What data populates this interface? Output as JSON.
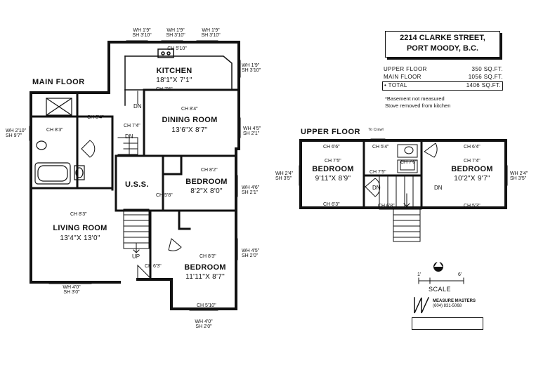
{
  "title": {
    "line1": "2214 CLARKE STREET,",
    "line2": "PORT MOODY, B.C."
  },
  "areas": [
    {
      "name": "UPPER FLOOR",
      "value": "350 SQ.FT."
    },
    {
      "name": "MAIN FLOOR",
      "value": "1056 SQ.FT."
    },
    {
      "name": "• TOTAL",
      "value": "1406 SQ.FT."
    }
  ],
  "notes": {
    "line1": "*Basement not measured",
    "line2": "Stove removed from kitchen"
  },
  "floors": {
    "main": "MAIN FLOOR",
    "upper": "UPPER FLOOR"
  },
  "rooms": {
    "kitchen": {
      "name": "KITCHEN",
      "dims": "18'1\"X 7'1\""
    },
    "dining": {
      "name": "DINING ROOM",
      "dims": "13'6\"X 8'7\""
    },
    "bedroom_mid": {
      "name": "BEDROOM",
      "dims": "8'2\"X 8'0\""
    },
    "living": {
      "name": "LIVING ROOM",
      "dims": "13'4\"X 13'0\""
    },
    "bedroom_low": {
      "name": "BEDROOM",
      "dims": "11'11\"X 8'7\""
    },
    "uss": {
      "name": "U.S.S."
    },
    "up_bed_left": {
      "name": "BEDROOM",
      "dims": "9'11\"X 8'9\""
    },
    "up_bed_right": {
      "name": "BEDROOM",
      "dims": "10'2\"X 9'7\""
    }
  },
  "windows": {
    "k1": {
      "wh": "WH 1'9\"",
      "sh": "SH 3'10\""
    },
    "k2": {
      "wh": "WH 1'9\"",
      "sh": "SH 3'10\""
    },
    "k3": {
      "wh": "WH 1'9\"",
      "sh": "SH 3'10\""
    },
    "k4": {
      "wh": "WH 1'9\"",
      "sh": "SH 3'10\""
    },
    "bath": {
      "wh": "WH 2'10\"",
      "sh": "SH 9'7\""
    },
    "dining": {
      "wh": "WH 4'5\"",
      "sh": "SH 2'1\""
    },
    "bed_mid": {
      "wh": "WH 4'6\"",
      "sh": "SH 2'1\""
    },
    "bed_low": {
      "wh": "WH 4'5\"",
      "sh": "SH 2'0\""
    },
    "living": {
      "wh": "WH 4'0\"",
      "sh": "SH 3'0\""
    },
    "bed_low_bottom": {
      "wh": "WH 4'0\"",
      "sh": "SH 2'0\""
    },
    "up_left": {
      "wh": "WH 2'4\"",
      "sh": "SH 3'5\""
    },
    "up_right": {
      "wh": "WH 2'4\"",
      "sh": "SH 3'5\""
    }
  },
  "ceilings": {
    "kitchen": "CH 5'10\"",
    "kitchen_lower": "CH 7'6\"",
    "bath": "CH 8'3\"",
    "hall": "CH 8'4\"",
    "dining": "CH 8'4\"",
    "stair": "CH 7'4\"",
    "bedroom_mid": "CH 8'2\"",
    "uss": "CH 5'8\"",
    "living": "CH 8'3\"",
    "bedroom_low": "CH 8'3\"",
    "bedroom_low_bottom": "CH 5'10\"",
    "entry": "CH 6'3\"",
    "up_left_top": "CH 6'6\"",
    "up_left_mid": "CH 7'5\"",
    "up_left_bottom": "CH 6'3\"",
    "up_hall_top": "CH 5'4\"",
    "up_bath": "CH 7'6\"",
    "up_hall_side": "CH 7'5\"",
    "up_hall_bottom": "CH 6'8\"",
    "up_right_top": "CH 6'4\"",
    "up_right_mid": "CH 7'4\"",
    "up_right_bottom": "CH 5'3\""
  },
  "stairs": {
    "dn_kitchen": "DN",
    "dn_main": "DN",
    "up_main": "UP",
    "dn_upper_left": "DN",
    "dn_upper_right": "DN",
    "to_crawl": "To Crawl"
  },
  "scale": {
    "left": "1'",
    "right": "6'",
    "label": "SCALE"
  },
  "logo": {
    "line1": "MEASURE MASTERS",
    "line2": "(604) 831-5068"
  }
}
